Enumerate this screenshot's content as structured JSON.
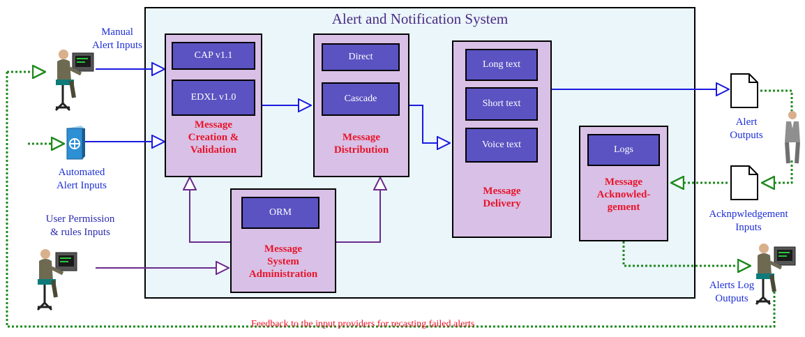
{
  "system": {
    "title": "Alert and Notification System"
  },
  "modules": {
    "creation": {
      "label": "Message Creation & Validation",
      "chips": [
        "CAP v1.1",
        "EDXL v1.0"
      ]
    },
    "distribution": {
      "label": "Message Distribution",
      "chips": [
        "Direct",
        "Cascade"
      ]
    },
    "delivery": {
      "label": "Message Delivery",
      "chips": [
        "Long text",
        "Short text",
        "Voice text"
      ]
    },
    "acknowledgement": {
      "label": "Message Acknowledgement",
      "label_lines": [
        "Message",
        "Acknowled-",
        "gement"
      ],
      "chips": [
        "Logs"
      ]
    },
    "administration": {
      "label": "Message System Administration",
      "chips": [
        "ORM"
      ]
    }
  },
  "inputs": {
    "manual": {
      "lines": [
        "Manual",
        "Alert Inputs"
      ]
    },
    "automated": {
      "lines": [
        "Automated",
        "Alert Inputs"
      ]
    },
    "permissions": {
      "lines": [
        "User Permission",
        "& rules Inputs"
      ]
    },
    "acknowledgement": {
      "lines": [
        "Acknpwledgement",
        "Inputs"
      ]
    }
  },
  "outputs": {
    "alert": {
      "lines": [
        "Alert",
        "Outputs"
      ]
    },
    "log": {
      "lines": [
        "Alerts Log",
        "Outputs"
      ]
    }
  },
  "feedback": "Feedback to the input providers for recasting failed alerts",
  "colors": {
    "system_bg": "#eaf6fa",
    "module_bg": "#d9c0e6",
    "chip_bg": "#5b53c2",
    "module_text": "#e8142a",
    "flow_blue": "#1a1ae0",
    "admin_purple": "#6a2a8c",
    "feedback_green": "#1f8a1f"
  },
  "icons": [
    "computer-user-icon",
    "server-icon",
    "document-icon",
    "person-icon"
  ]
}
